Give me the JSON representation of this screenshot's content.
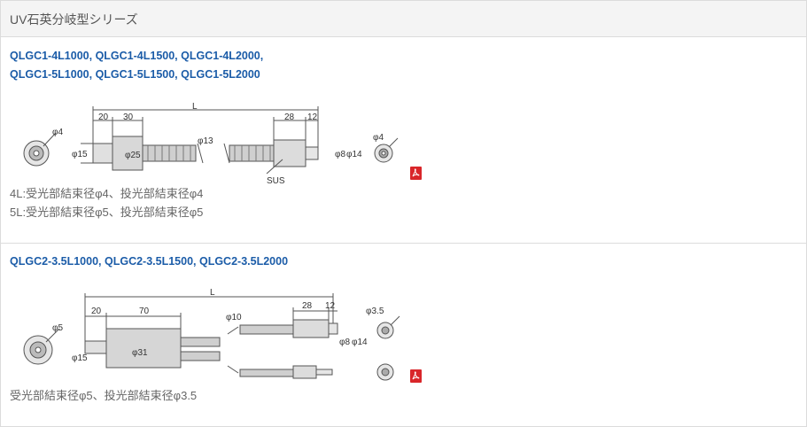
{
  "header": {
    "title": "UV石英分岐型シリーズ"
  },
  "section1": {
    "models": [
      "QLGC1-4L1000, QLGC1-4L1500, QLGC1-4L2000,",
      "QLGC1-5L1000, QLGC1-5L1500, QLGC1-5L2000"
    ],
    "dims": {
      "d20": "20",
      "d30": "30",
      "L": "L",
      "d28": "28",
      "d12": "12",
      "phi4_left": "φ4",
      "phi15": "φ15",
      "phi25": "φ25",
      "phi13": "φ13",
      "phi8": "φ8",
      "phi14": "φ14",
      "phi4_right": "φ4",
      "sus": "SUS"
    },
    "notes": [
      "4L:受光部結束径φ4、投光部結束径φ4",
      "5L:受光部結束径φ5、投光部結束径φ5"
    ]
  },
  "section2": {
    "models": [
      "QLGC2-3.5L1000, QLGC2-3.5L1500, QLGC2-3.5L2000"
    ],
    "dims": {
      "L": "L",
      "d20": "20",
      "d70": "70",
      "phi10": "φ10",
      "d28": "28",
      "d12": "12",
      "phi35": "φ3.5",
      "phi5": "φ5",
      "phi15": "φ15",
      "phi31": "φ31",
      "phi8": "φ8",
      "phi14": "φ14"
    },
    "notes": [
      "受光部結束径φ5、投光部結束径φ3.5"
    ]
  },
  "colors": {
    "link": "#1b5ca8",
    "pdf": "#d9262a"
  }
}
